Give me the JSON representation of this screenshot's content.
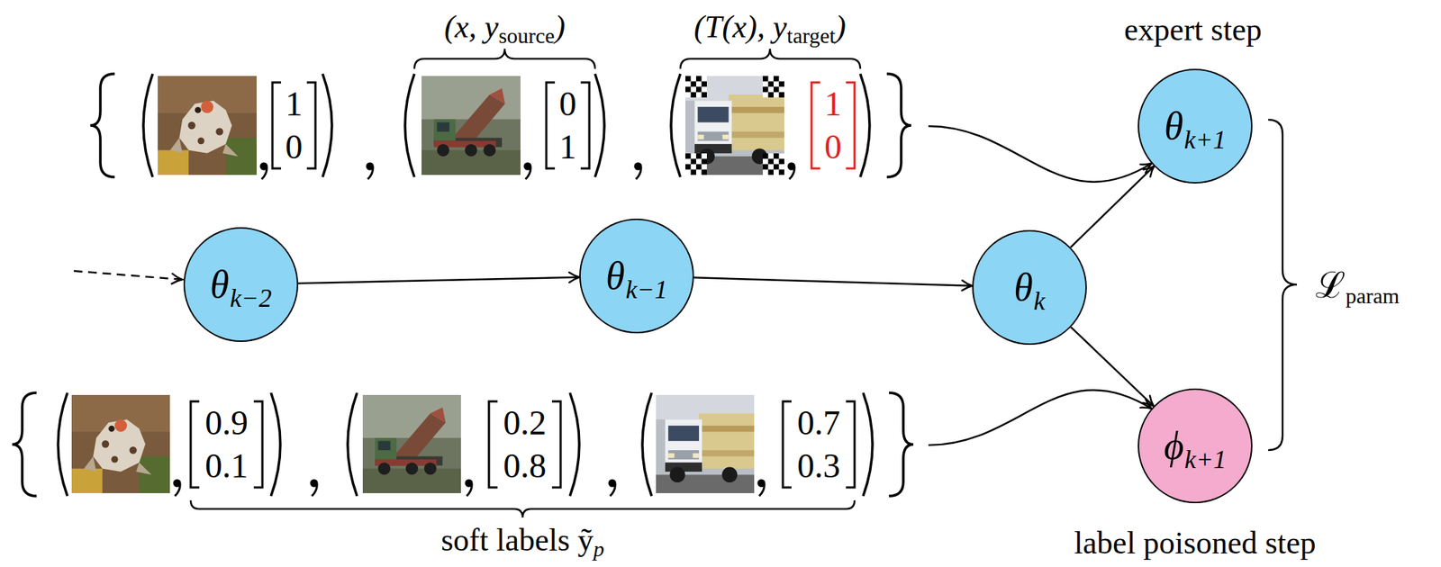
{
  "diagram": {
    "nodes": [
      {
        "text": [
          "1 0",
          "0 1",
          "1 0"
        ]
      },
      {
        "text": [
          "θ",
          "k−2"
        ]
      },
      {
        "text": [
          "θ",
          "k−1"
        ]
      },
      {
        "text": [
          "θ",
          "k"
        ]
      },
      {
        "text": [
          "θ",
          "k+1"
        ]
      },
      {
        "text": [
          "ϕ",
          "k+1"
        ]
      },
      {
        "text": [
          "0.9 0.1",
          "0.2 0.8",
          "0.7 0.3"
        ]
      }
    ],
    "edges": [
      {
        "from": 1,
        "to": 2,
        "arrow": "to"
      },
      {
        "from": 2,
        "to": 3,
        "arrow": "to"
      },
      {
        "from": 3,
        "to": 4,
        "arrow": "to"
      },
      {
        "from": 3,
        "to": 5,
        "arrow": "to"
      },
      {
        "from": 0,
        "to": 4,
        "arrow": "to"
      },
      {
        "from": 6,
        "to": 5,
        "arrow": "to"
      }
    ],
    "labels": [
      "(x, y",
      "source",
      ")",
      "(T(x), y",
      "target",
      ")",
      "expert step",
      "ℒ",
      "param",
      "soft labels ỹ",
      "p",
      "label poisoned step"
    ]
  }
}
